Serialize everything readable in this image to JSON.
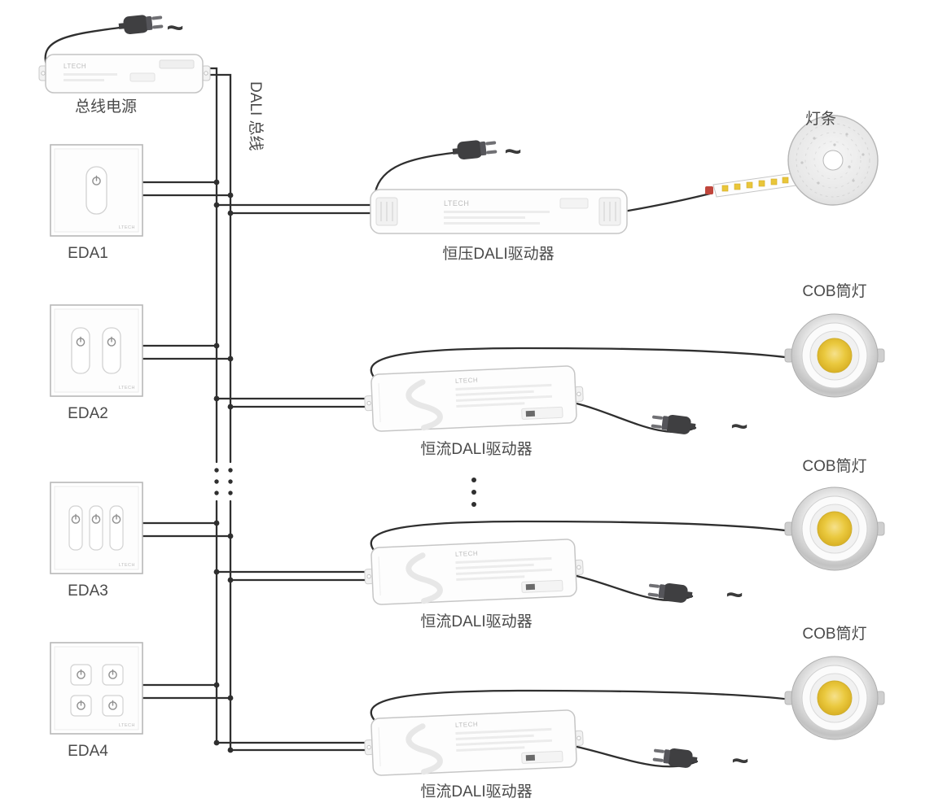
{
  "colors": {
    "wire": "#2f2f2f",
    "label": "#4a4a4a",
    "device_border": "#c6c6c6",
    "plug": "#3f3f41",
    "cob_yellow": "#e9c63a"
  },
  "brand": {
    "name": "LTECH"
  },
  "ac_symbol": "~",
  "bus_power": {
    "label": "总线电源"
  },
  "dali_bus": {
    "label": "DALI 总线"
  },
  "panels": [
    {
      "label": "EDA1",
      "buttons": 1
    },
    {
      "label": "EDA2",
      "buttons": 2
    },
    {
      "label": "EDA3",
      "buttons": 3
    },
    {
      "label": "EDA4",
      "buttons": 4
    }
  ],
  "cv_driver": {
    "label": "恒压DALI驱动器"
  },
  "cc_driver": {
    "label": "恒流DALI驱动器",
    "count": 3
  },
  "led_strip": {
    "label": "灯条"
  },
  "cob_light": {
    "label": "COB筒灯",
    "count": 3
  }
}
